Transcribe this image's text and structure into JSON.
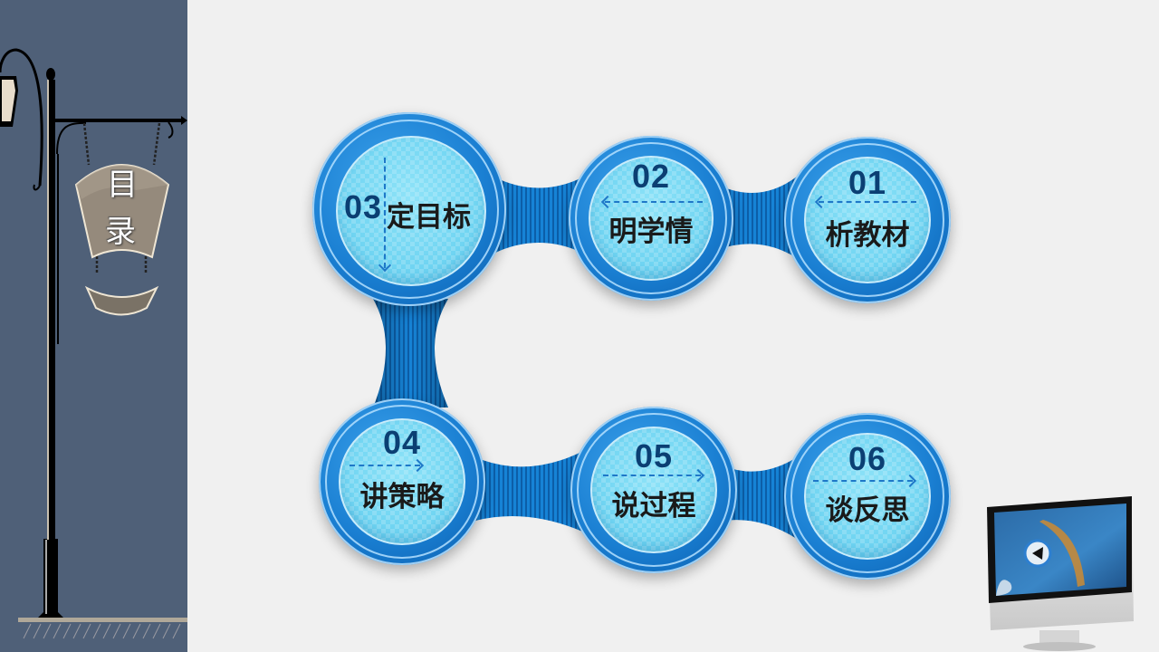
{
  "sidebar": {
    "sign_title_line1": "目",
    "sign_title_line2": "录",
    "background_color": "#4f6078"
  },
  "nodes": [
    {
      "id": "01",
      "number": "01",
      "label": "析教材",
      "arrow": "left"
    },
    {
      "id": "02",
      "number": "02",
      "label": "明学情",
      "arrow": "left"
    },
    {
      "id": "03",
      "number": "03",
      "label": "定目标",
      "arrow": "down"
    },
    {
      "id": "04",
      "number": "04",
      "label": "讲策略",
      "arrow": "right"
    },
    {
      "id": "05",
      "number": "05",
      "label": "说过程",
      "arrow": "right"
    },
    {
      "id": "06",
      "number": "06",
      "label": "谈反思",
      "arrow": "right"
    }
  ],
  "colors": {
    "ring_blue": "#1a7fd2",
    "inner_cyan": "#6fd6f2",
    "number_navy": "#0b3f73",
    "label_dark": "#1a1a1a",
    "page_bg": "#f0f0f0"
  },
  "decor": {
    "monitor_icon": "monitor-with-play-icon"
  }
}
